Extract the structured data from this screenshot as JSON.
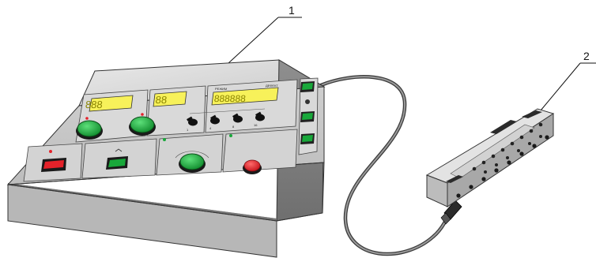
{
  "callouts": [
    {
      "id": "1",
      "label": "1"
    },
    {
      "id": "2",
      "label": "2"
    }
  ],
  "device": {
    "display_left": "888",
    "display_mid": "88",
    "display_right": "888888",
    "mode_label": "РЕЖИМ",
    "test_label": "ДЕФЕКТ",
    "ticks": [
      "1",
      "4",
      "8",
      "16"
    ]
  },
  "colors": {
    "lcd": "#f7f15a",
    "green_button": "#18a83a",
    "red_button": "#e5222a",
    "body_gray": "#cfcfcf"
  }
}
